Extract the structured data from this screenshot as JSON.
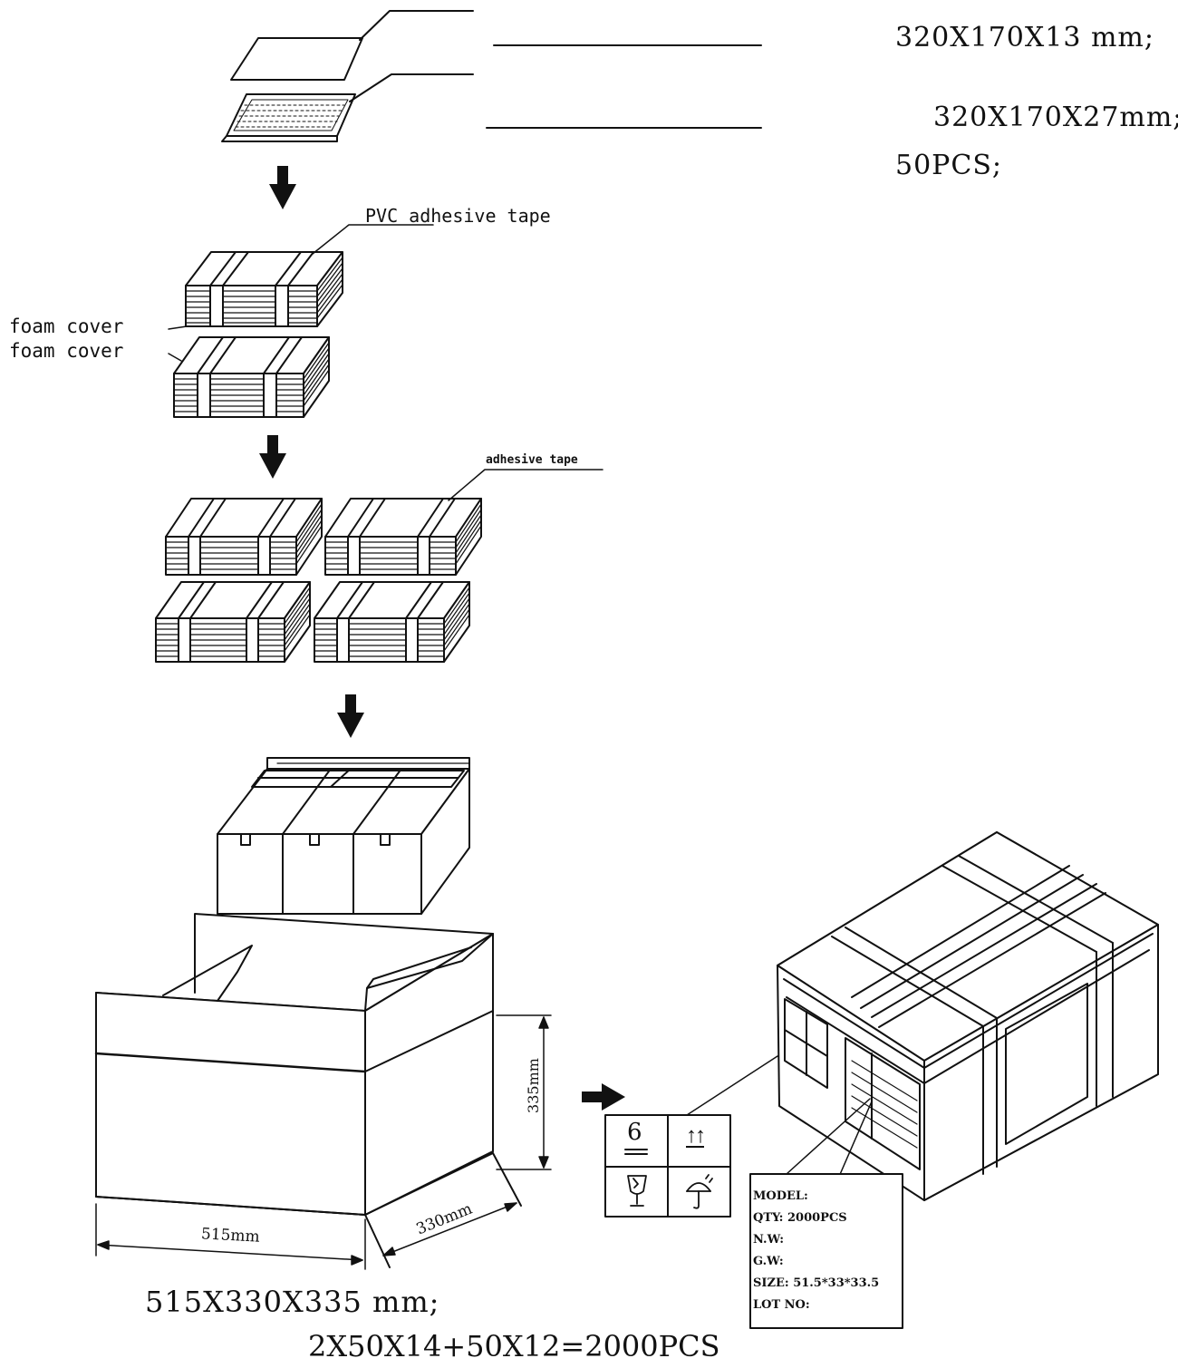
{
  "specs": {
    "tray_cover_size": "320X170X13 mm;",
    "tray_size": "320X170X27mm;",
    "tray_qty": "50PCS;"
  },
  "labels": {
    "pvc_tape": "PVC adhesive tape",
    "foam_cover_1": "foam cover",
    "foam_cover_2": "foam cover",
    "adhesive_tape": "adhesive tape"
  },
  "carton": {
    "width_label": "515mm",
    "depth_label": "330mm",
    "height_label": "335mm",
    "size_text": "515X330X335 mm;",
    "qty_text": "2X50X14+50X12=2000PCS"
  },
  "marks": {
    "stack_limit": "6",
    "up_arrows": "↑↑"
  },
  "shipping_label": {
    "model": "MODEL:",
    "qty": "QTY: 2000PCS",
    "nw": "N.W:",
    "gw": "G.W:",
    "size": "SIZE: 51.5*33*33.5",
    "lot": "LOT NO:"
  },
  "colors": {
    "line": "#111111",
    "background": "#ffffff"
  }
}
